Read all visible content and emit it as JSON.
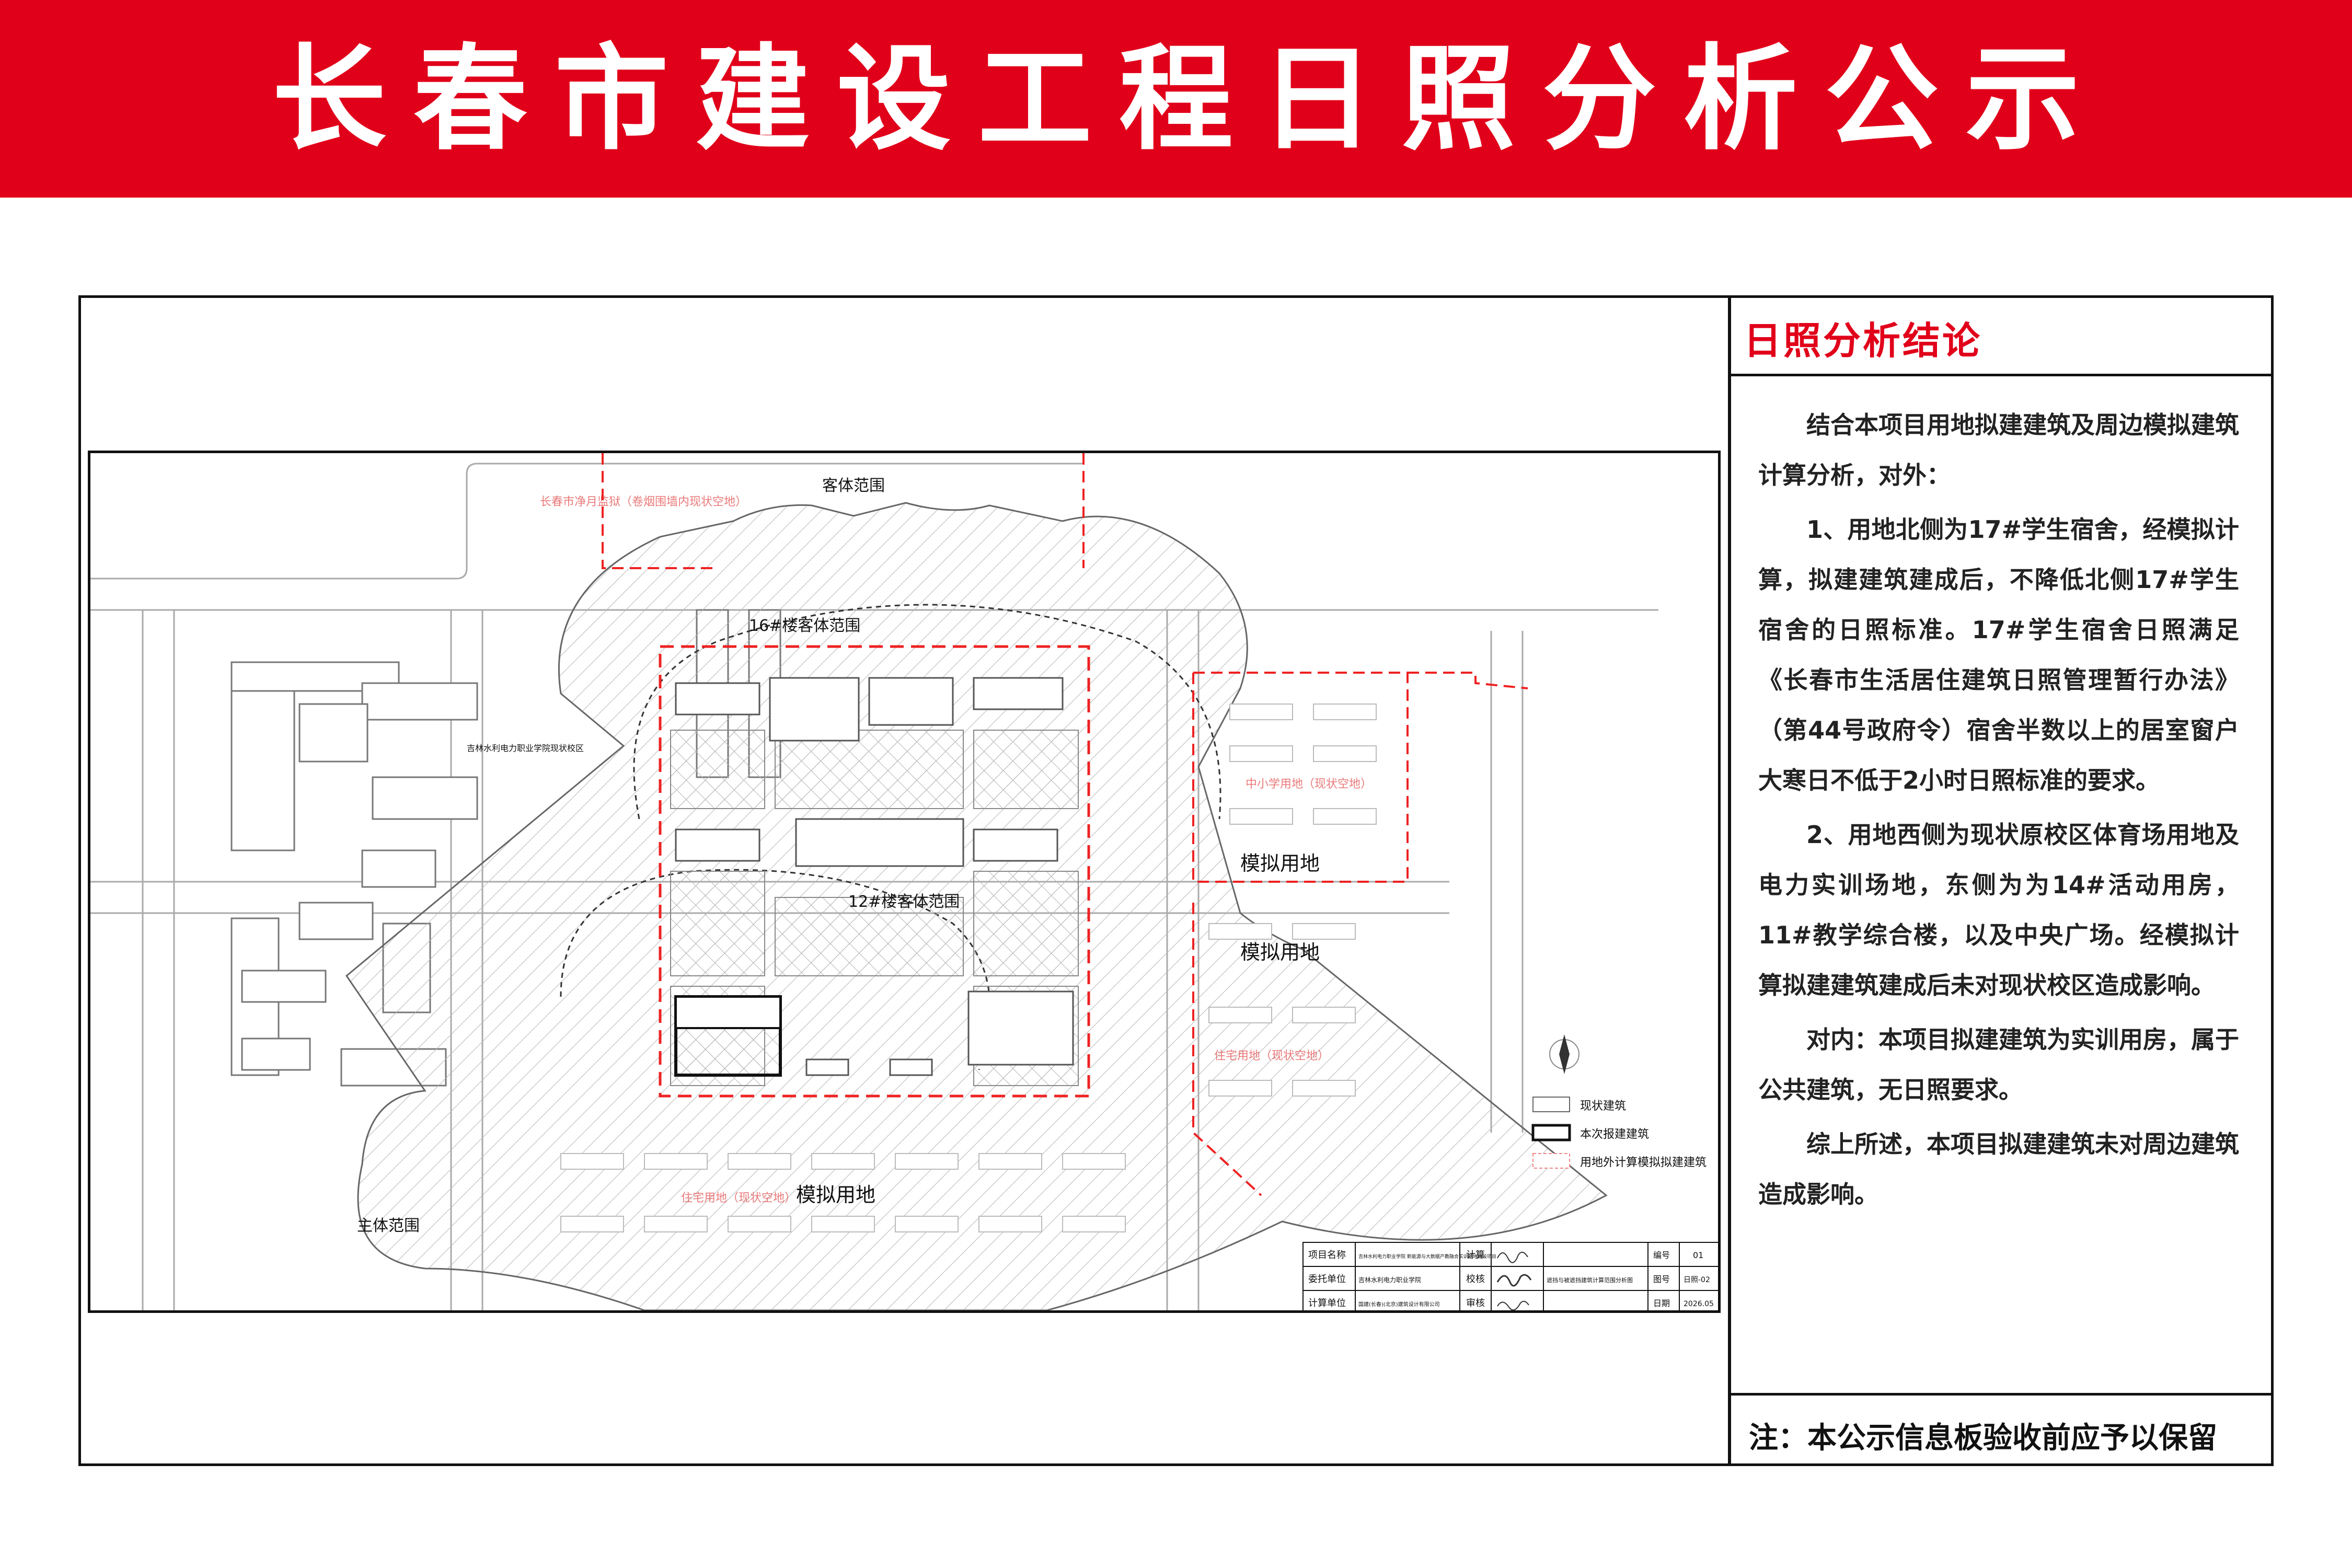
{
  "banner": {
    "title": "长春市建设工程日照分析公示"
  },
  "panel": {
    "title": "日照分析结论",
    "paragraphs": [
      "结合本项目用地拟建建筑及周边模拟建筑计算分析，对外：",
      "1、用地北侧为17#学生宿舍，经模拟计算，拟建建筑建成后，不降低北侧17#学生宿舍的日照标准。17#学生宿舍日照满足《长春市生活居住建筑日照管理暂行办法》（第44号政府令）宿舍半数以上的居室窗户大寒日不低于2小时日照标准的要求。",
      "2、用地西侧为现状原校区体育场用地及电力实训场地，东侧为为14#活动用房，11#教学综合楼，以及中央广场。经模拟计算拟建建筑建成后未对现状校区造成影响。",
      "对内：本项目拟建建筑为实训用房，属于公共建筑，无日照要求。",
      "综上所述，本项目拟建建筑未对周边建筑造成影响。"
    ],
    "note": "注：本公示信息板验收前应予以保留"
  },
  "drawing": {
    "labels": {
      "keti_range": "客体范围",
      "b16_range": "16#楼客体范围",
      "b12_range": "12#楼客体范围",
      "zhuti_range": "主体范围",
      "sim_land": "模拟用地",
      "school_plot": "中小学用地（现状空地）",
      "residential_plot": "住宅用地（现状空地）",
      "south_plot": "住宅用地（现状空地）",
      "north_plot": "长春市净月监狱（卷烟围墙内现状空地）",
      "campus": "吉林水利电力职业学院现状校区"
    },
    "legend": {
      "items": [
        "现状建筑",
        "本次报建建筑",
        "用地外计算模拟拟建建筑"
      ]
    },
    "titleblock": {
      "r1_label": "项目名称",
      "r1_value": "吉林水利电力职业学院 新能源与大数据产教融合实训基地建设项目",
      "r2_label": "委托单位",
      "r2_value": "吉林水利电力职业学院",
      "r3_label": "计算单位",
      "r3_value": "国建(长春)(北京)建筑设计有限公司",
      "calc_label": "计算",
      "check_label": "校核",
      "review_label": "审核",
      "drawing_name": "遮挡与被遮挡建筑计算范围分析图",
      "no_label": "编号",
      "no_value": "01",
      "fig_label": "图号",
      "fig_value": "日照-02",
      "date_label": "日期",
      "date_value": "2026.05"
    }
  }
}
